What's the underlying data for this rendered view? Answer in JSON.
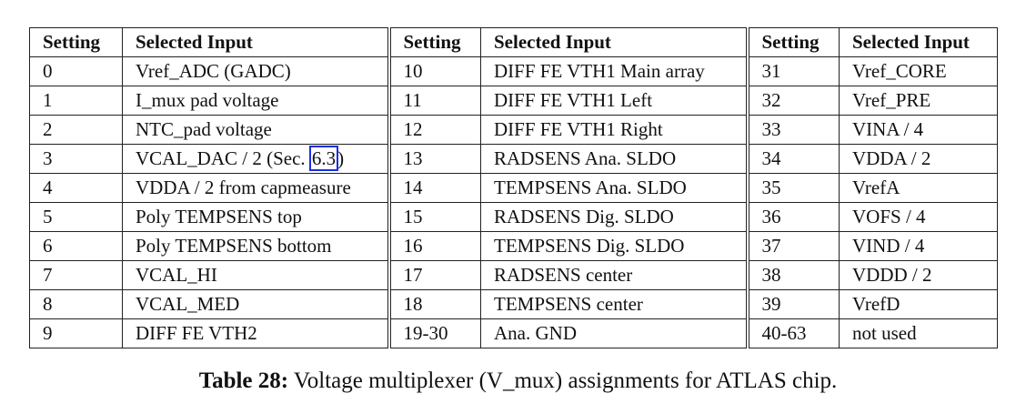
{
  "table": {
    "headers": [
      "Setting",
      "Selected Input",
      "Setting",
      "Selected Input",
      "Setting",
      "Selected Input"
    ],
    "rows": [
      [
        "0",
        "Vref_ADC (GADC)",
        "10",
        "DIFF FE VTH1 Main array",
        "31",
        "Vref_CORE"
      ],
      [
        "1",
        "I_mux pad voltage",
        "11",
        "DIFF FE VTH1 Left",
        "32",
        "Vref_PRE"
      ],
      [
        "2",
        "NTC_pad voltage",
        "12",
        "DIFF FE VTH1 Right",
        "33",
        "VINA / 4"
      ],
      [
        "3",
        "",
        "13",
        "RADSENS Ana. SLDO",
        "34",
        "VDDA / 2"
      ],
      [
        "4",
        "VDDA / 2 from capmeasure",
        "14",
        "TEMPSENS Ana. SLDO",
        "35",
        "VrefA"
      ],
      [
        "5",
        "Poly TEMPSENS top",
        "15",
        "RADSENS Dig. SLDO",
        "36",
        "VOFS / 4"
      ],
      [
        "6",
        "Poly TEMPSENS bottom",
        "16",
        "TEMPSENS Dig. SLDO",
        "37",
        "VIND / 4"
      ],
      [
        "7",
        "VCAL_HI",
        "17",
        "RADSENS center",
        "38",
        "VDDD / 2"
      ],
      [
        "8",
        "VCAL_MED",
        "18",
        "TEMPSENS center",
        "39",
        "VrefD"
      ],
      [
        "9",
        "DIFF FE VTH2",
        "19-30",
        "Ana. GND",
        "40-63",
        "not used"
      ]
    ],
    "row3_input": {
      "before": "VCAL_DAC / 2 (Sec. ",
      "link": "6.3",
      "after": ")"
    },
    "link_color": "#1a2fe0"
  },
  "caption": {
    "label": "Table 28:",
    "text": " Voltage multiplexer (V_mux) assignments for ATLAS chip."
  }
}
